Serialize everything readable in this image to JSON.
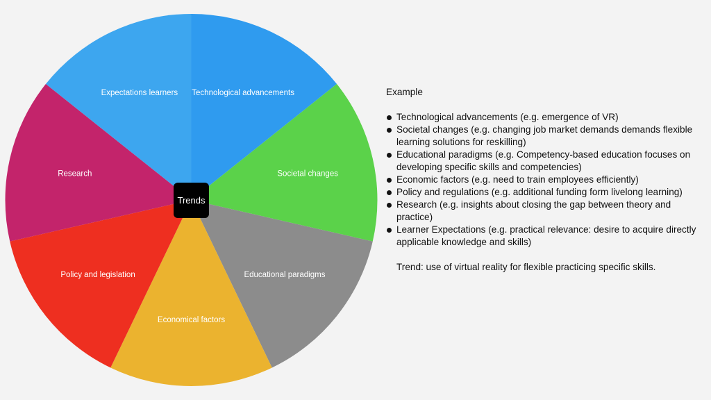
{
  "diagram": {
    "center_label": "Trends",
    "segments": [
      {
        "label": "Technological advancements",
        "color": "#2f9bef"
      },
      {
        "label": "Societal changes",
        "color": "#5bd24a"
      },
      {
        "label": "Educational paradigms",
        "color": "#8c8c8c"
      },
      {
        "label": "Economical factors",
        "color": "#ebb32f"
      },
      {
        "label": "Policy and legislation",
        "color": "#ee2f20"
      },
      {
        "label": "Research",
        "color": "#c3246b"
      },
      {
        "label": "Expectations learners",
        "color": "#3da6ef"
      }
    ]
  },
  "example": {
    "heading": "Example",
    "items": [
      "Technological advancements (e.g. emergence of VR)",
      "Societal changes (e.g. changing job market demands demands flexible learning solutions for reskilling)",
      "Educational paradigms (e.g.  Competency-based education focuses on developing specific skills and competencies)",
      "Economic factors (e.g. need to train employees efficiently)",
      "Policy and regulations (e.g. additional funding form livelong learning)",
      "Research (e.g. insights about closing the gap between theory and practice)",
      "Learner Expectations (e.g. practical relevance: desire to acquire directly applicable knowledge and skills)"
    ],
    "trend": "Trend: use of virtual reality for flexible practicing specific skills."
  }
}
